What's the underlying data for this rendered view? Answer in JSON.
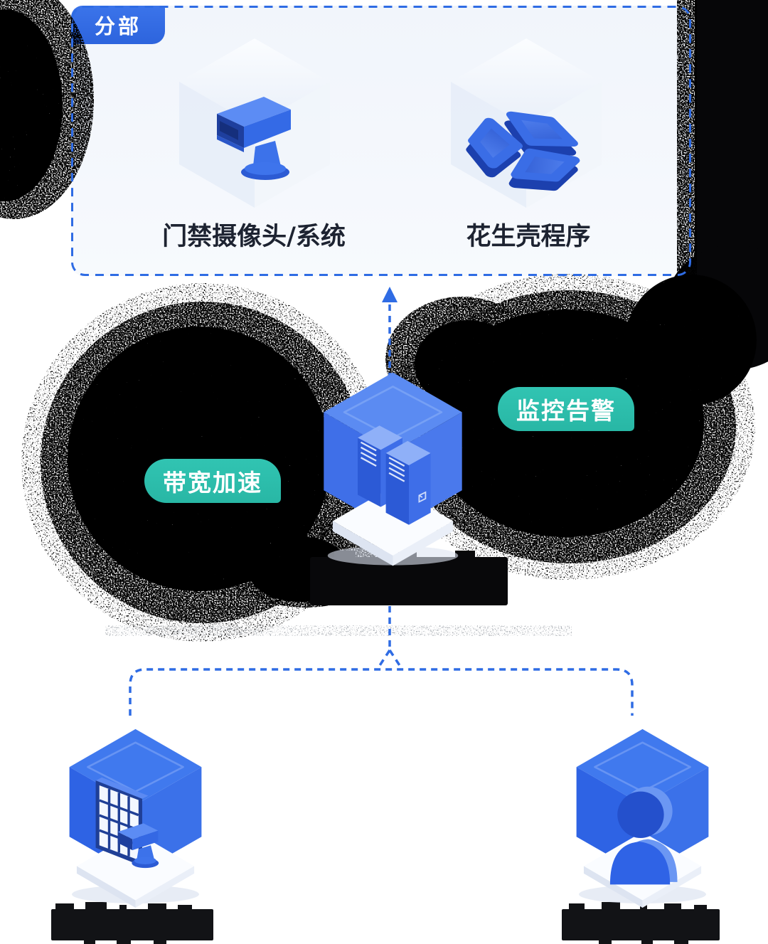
{
  "diagram": {
    "type": "network-topology",
    "branch_box": {
      "badge_label": "分部",
      "items": [
        {
          "icon": "cctv-camera-icon",
          "label": "门禁摄像头/系统"
        },
        {
          "icon": "peanut-shell-icon",
          "label": "花生壳程序"
        }
      ]
    },
    "hub": {
      "icon": "server-cluster-icon",
      "badges": {
        "left": "带宽加速",
        "right": "监控告警"
      },
      "label": {
        "redacted": true
      }
    },
    "endpoints": [
      {
        "icon": "monitor-wall-camera-icon",
        "label": {
          "redacted": true
        }
      },
      {
        "icon": "person-icon",
        "label": {
          "redacted": true
        }
      }
    ],
    "connectors": {
      "up_arrow": "dashed arrow from hub up to branch box",
      "down_split": "dashed bracket from hub down to two endpoints"
    },
    "colors": {
      "accent_blue": "#2f6ce4",
      "badge_blue": "#2f6ce2",
      "teal": "#2bbfad",
      "text": "#1d2331",
      "box_bg": "#f3f6fc",
      "noise": "#0a0a0c"
    }
  }
}
